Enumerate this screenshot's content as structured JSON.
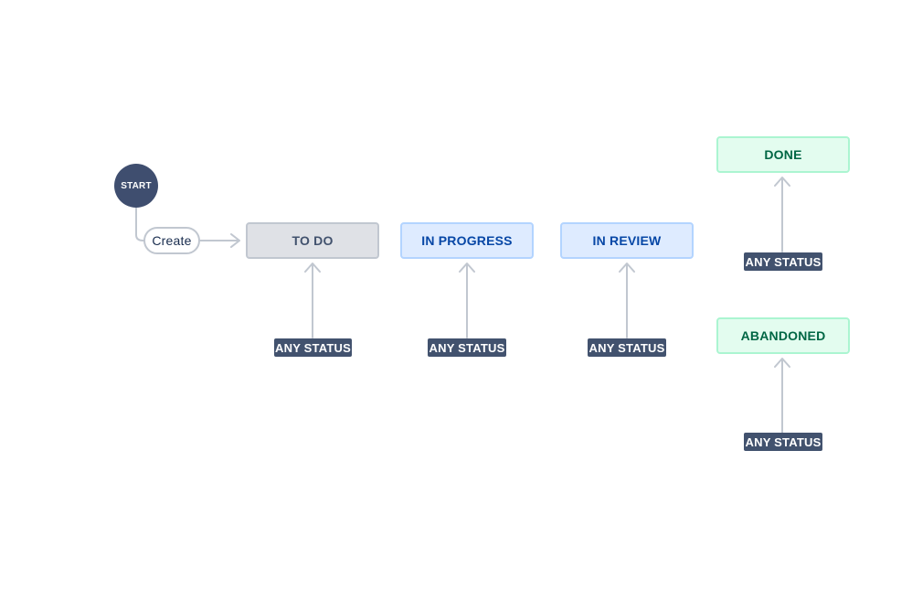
{
  "start": {
    "label": "START"
  },
  "create_transition": {
    "label": "Create"
  },
  "statuses": [
    {
      "id": "todo",
      "label": "TO DO",
      "category": "to-do",
      "color": "#dfe1e6"
    },
    {
      "id": "in-progress",
      "label": "IN PROGRESS",
      "category": "in-progress",
      "color": "#deebff"
    },
    {
      "id": "in-review",
      "label": "IN REVIEW",
      "category": "in-progress",
      "color": "#deebff"
    },
    {
      "id": "done",
      "label": "DONE",
      "category": "done",
      "color": "#e3fcef"
    },
    {
      "id": "abandoned",
      "label": "ABANDONED",
      "category": "done",
      "color": "#e3fcef"
    }
  ],
  "global_transitions": [
    {
      "label": "ANY STATUS",
      "target": "todo"
    },
    {
      "label": "ANY STATUS",
      "target": "in-progress"
    },
    {
      "label": "ANY STATUS",
      "target": "in-review"
    },
    {
      "label": "ANY STATUS",
      "target": "done"
    },
    {
      "label": "ANY STATUS",
      "target": "abandoned"
    }
  ],
  "colors": {
    "start_node": "#3f4e6f",
    "any_status_badge": "#42526e",
    "connector": "#c1c7d0",
    "todo_text": "#42526e",
    "in_progress_text": "#0747a6",
    "done_text": "#006644"
  }
}
